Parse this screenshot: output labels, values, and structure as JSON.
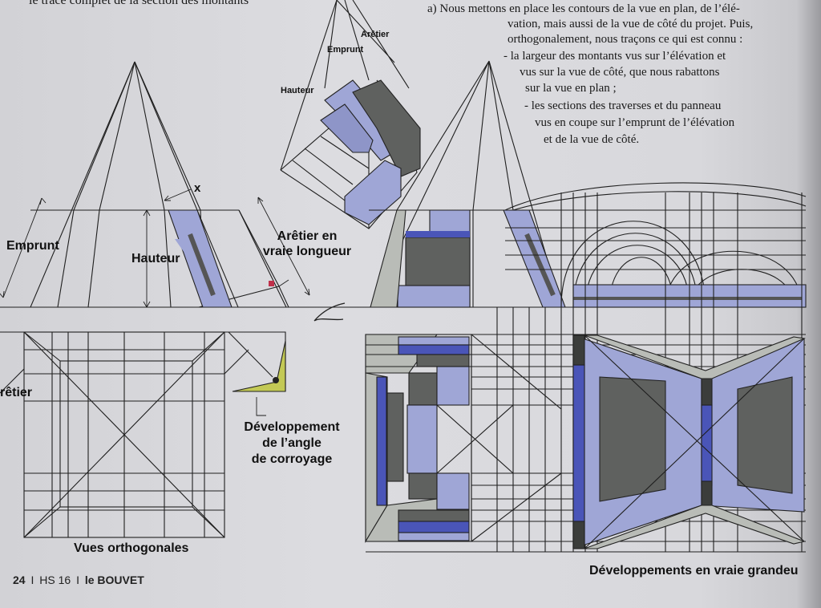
{
  "header_text": "le tracé complet de la section des montants",
  "intro": {
    "line1": "a) Nous mettons en place les contours de la vue en plan, de l’élé-",
    "line2": "vation, mais aussi de la vue de côté du projet. Puis,",
    "line3": "orthogonalement, nous traçons ce qui est connu :",
    "bullet1_a": "- la largeur des montants vus sur l’élévation et",
    "bullet1_b": "vus sur la vue de côté, que nous rabattons",
    "bullet1_c": "sur la vue en plan ;",
    "bullet2_a": "- les sections des traverses et du panneau",
    "bullet2_b": "vus en coupe sur l’emprunt de l’élévation",
    "bullet2_c": "et de la vue de côté."
  },
  "iso_labels": {
    "aretier": "Arêtier",
    "emprunt": "Emprunt",
    "hauteur": "Hauteur"
  },
  "left_labels": {
    "emprunt": "Emprunt",
    "hauteur": "Hauteur",
    "x": "x",
    "aretier_vl_1": "Arêtier en",
    "aretier_vl_2": "vraie longueur",
    "aretier_side": "rêtier",
    "dev_1": "Développement",
    "dev_2": "de l’angle",
    "dev_3": "de corroyage",
    "vues": "Vues orthogonales"
  },
  "right_caption": "Développements en vraie grandeu",
  "footer": {
    "page": "24",
    "sep": "I",
    "issue": "HS 16",
    "brand_prefix": "le",
    "brand": "BOUVET"
  },
  "colors": {
    "lavender": "#9fa6d6",
    "blue": "#4a55b8",
    "dark_gray": "#5f615f",
    "light_gray": "#b9bcb7",
    "yellow_green": "#c3c955",
    "red": "#c0304a"
  }
}
